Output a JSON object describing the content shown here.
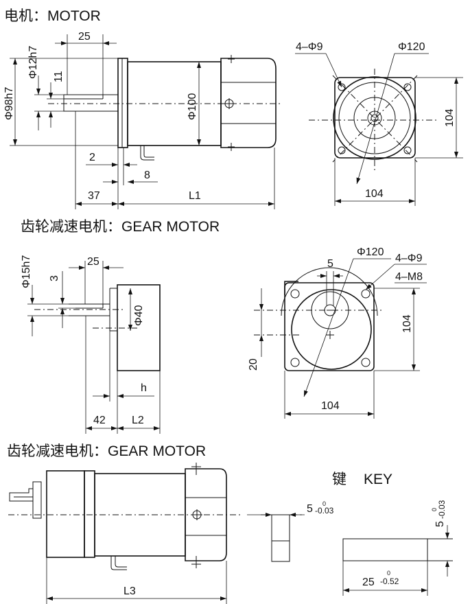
{
  "sections": {
    "motor_title": "电机：MOTOR",
    "gear_motor_title_1": "齿轮减速电机：GEAR MOTOR",
    "gear_motor_title_2": "齿轮减速电机：GEAR MOTOR"
  },
  "motor_side": {
    "shaft_dia": "Φ12h7",
    "flange_dia": "Φ98h7",
    "body_dia": "Φ100",
    "shaft_len": "25",
    "key_height": "11",
    "d2": "2",
    "d8": "8",
    "d37": "37",
    "length": "L1"
  },
  "motor_front": {
    "holes": "4–Φ9",
    "pcd": "Φ120",
    "height": "104",
    "width": "104"
  },
  "gear_side": {
    "shaft_dia": "Φ15h7",
    "key_depth": "3",
    "shaft_len": "25",
    "boss_dia": "Φ40",
    "h": "h",
    "d42": "42",
    "length": "L2"
  },
  "gear_front": {
    "key_width": "5",
    "pcd": "Φ120",
    "holes": "4–Φ9",
    "tapped": "4–M8",
    "height": "104",
    "offset": "20",
    "width": "104"
  },
  "gear_motor_side": {
    "length": "L3"
  },
  "key": {
    "title_cn": "键",
    "title_en": "KEY",
    "width_nominal": "5",
    "tol_upper": "0",
    "tol_lower": "-0.03",
    "length_nominal": "25",
    "length_tol_upper": "0",
    "length_tol_lower": "-0.52"
  }
}
